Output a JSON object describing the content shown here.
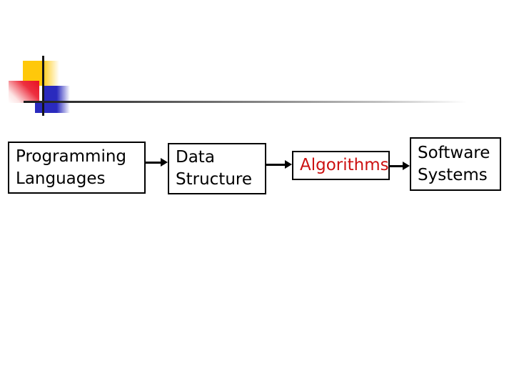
{
  "slide": {
    "background": "#ffffff",
    "decoration": {
      "yellow_square": "#FFC80A",
      "red_square": "#E81123",
      "blue_square": "#2A2ABE",
      "crossing_lines": "#151515",
      "horizontal_rule_start": "#1c1c1c"
    }
  },
  "flowchart": {
    "arrow_color": "#000000",
    "boxes": [
      {
        "id": "programming-languages",
        "line1": "Programming",
        "line2": "Languages",
        "color": "#000000"
      },
      {
        "id": "data-structure",
        "line1": "Data",
        "line2": "Structure",
        "color": "#000000"
      },
      {
        "id": "algorithms",
        "line1": "Algorithms",
        "color": "#CC1111"
      },
      {
        "id": "software-systems",
        "line1": "Software",
        "line2": "Systems",
        "color": "#000000"
      }
    ]
  }
}
